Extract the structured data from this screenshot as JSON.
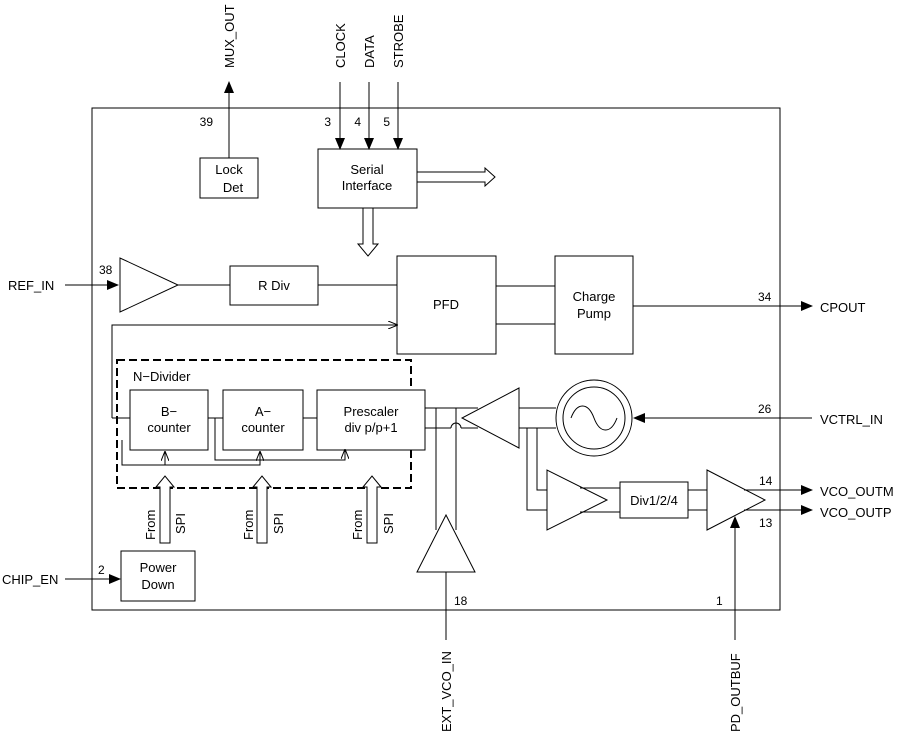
{
  "signals": {
    "mux_out": "MUX_OUT",
    "clock": "CLOCK",
    "data": "DATA",
    "strobe": "STROBE",
    "ref_in": "REF_IN",
    "cpout": "CPOUT",
    "vctrl_in": "VCTRL_IN",
    "vco_outm": "VCO_OUTM",
    "vco_outp": "VCO_OUTP",
    "chip_en": "CHIP_EN",
    "ext_vco_in": "EXT_VCO_IN",
    "pd_outbuf": "PD_OUTBUF"
  },
  "pins": {
    "mux_out": "39",
    "clock": "3",
    "data": "4",
    "strobe": "5",
    "ref_in": "38",
    "cpout": "34",
    "vctrl_in": "26",
    "vco_outm": "14",
    "vco_outp": "13",
    "chip_en": "2",
    "ext_vco_in": "18",
    "pd_outbuf": "1"
  },
  "blocks": {
    "lock_det": [
      "Lock",
      "Det"
    ],
    "serial_interface": [
      "Serial",
      "Interface"
    ],
    "r_div": "R Div",
    "pfd": "PFD",
    "charge_pump": [
      "Charge",
      "Pump"
    ],
    "n_divider": "N−Divider",
    "b_counter": [
      "B−",
      "counter"
    ],
    "a_counter": [
      "A−",
      "counter"
    ],
    "prescaler": [
      "Prescaler",
      "div p/p+1"
    ],
    "div124": "Div1/2/4",
    "power_down": [
      "Power",
      "Down"
    ]
  },
  "spi_inputs": [
    [
      "From",
      "SPI"
    ],
    [
      "From",
      "SPI"
    ],
    [
      "From",
      "SPI"
    ]
  ]
}
